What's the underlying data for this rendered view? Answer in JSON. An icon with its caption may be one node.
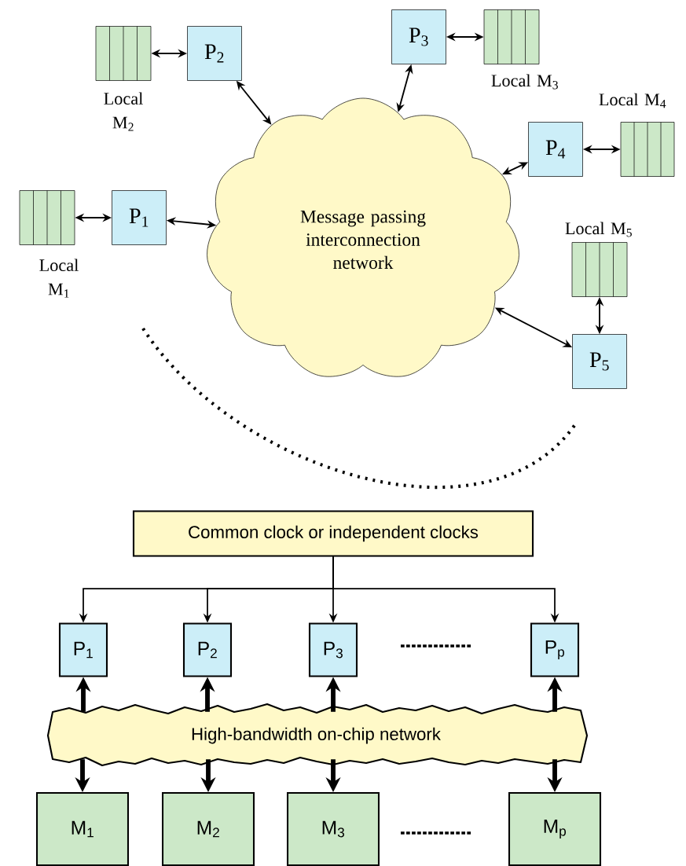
{
  "diagram": {
    "nodes": [
      {
        "text": [
          "Message passing interconnection network"
        ]
      },
      {
        "text": [
          "P$_{1}$"
        ]
      },
      {
        "text": [
          "P$_{2}$"
        ]
      },
      {
        "text": [
          "P$_{3}$"
        ]
      },
      {
        "text": [
          "P$_{4}$"
        ]
      },
      {
        "text": [
          "P$_{5}$"
        ]
      },
      {
        "text": [],
        "shape": "box",
        "beside": [
          "Local M$_{1}$"
        ]
      },
      {
        "text": [],
        "shape": "box",
        "beside": [
          "Local M$_{2}$"
        ]
      },
      {
        "text": [],
        "shape": "box",
        "beside": [
          "Local M$_{3}$"
        ]
      },
      {
        "text": [],
        "shape": "box",
        "beside": [
          "Local M$_{4}$"
        ]
      },
      {
        "text": [],
        "shape": "box",
        "beside": [
          "Local M$_{5}$"
        ]
      },
      {
        "text": [
          "Common clock or independent clocks"
        ]
      },
      {
        "text": [
          "P$_{1}$"
        ]
      },
      {
        "text": [
          "P$_{2}$"
        ]
      },
      {
        "text": [
          "P$_{3}$"
        ]
      },
      {
        "text": [
          "P$_{p}$"
        ]
      },
      {
        "text": [
          "High-bandwidth on-chip network"
        ]
      },
      {
        "text": [
          "M$_{1}$"
        ]
      },
      {
        "text": [
          "M$_{2}$"
        ]
      },
      {
        "text": [
          "M$_{3}$"
        ]
      },
      {
        "text": [
          "M$_{p}$"
        ]
      }
    ],
    "edges": [
      {
        "from": 6,
        "to": 1,
        "arrow": "both"
      },
      {
        "from": 1,
        "to": 0,
        "arrow": "both"
      },
      {
        "from": 7,
        "to": 2,
        "arrow": "both"
      },
      {
        "from": 2,
        "to": 0,
        "arrow": "both"
      },
      {
        "from": 3,
        "to": 0,
        "arrow": "both"
      },
      {
        "from": 3,
        "to": 8,
        "arrow": "both"
      },
      {
        "from": 4,
        "to": 0,
        "arrow": "both"
      },
      {
        "from": 4,
        "to": 9,
        "arrow": "both"
      },
      {
        "from": 10,
        "to": 5,
        "arrow": "both"
      },
      {
        "from": 5,
        "to": 0,
        "arrow": "both"
      },
      {
        "from": 11,
        "to": 12,
        "arrow": "to"
      },
      {
        "from": 11,
        "to": 13,
        "arrow": "to"
      },
      {
        "from": 11,
        "to": 14,
        "arrow": "to"
      },
      {
        "from": 11,
        "to": 15,
        "arrow": "to"
      },
      {
        "from": 16,
        "to": 12,
        "arrow": "to",
        "style": "thick"
      },
      {
        "from": 16,
        "to": 13,
        "arrow": "to",
        "style": "thick"
      },
      {
        "from": 16,
        "to": 14,
        "arrow": "to",
        "style": "thick"
      },
      {
        "from": 16,
        "to": 15,
        "arrow": "to",
        "style": "thick"
      },
      {
        "from": 16,
        "to": 17,
        "arrow": "to",
        "style": "thick"
      },
      {
        "from": 16,
        "to": 18,
        "arrow": "to",
        "style": "thick"
      },
      {
        "from": 16,
        "to": 19,
        "arrow": "to",
        "style": "thick"
      },
      {
        "from": 16,
        "to": 20,
        "arrow": "to",
        "style": "thick"
      }
    ]
  }
}
